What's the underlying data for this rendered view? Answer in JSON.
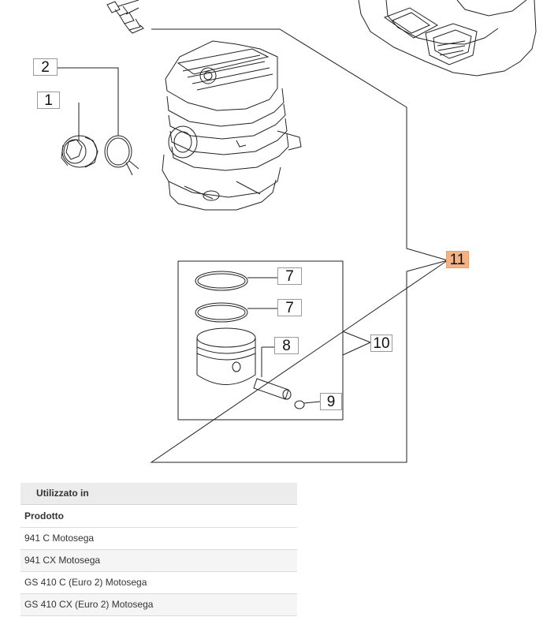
{
  "diagram": {
    "callouts": [
      {
        "id": "1",
        "label": "1"
      },
      {
        "id": "2",
        "label": "2"
      },
      {
        "id": "7a",
        "label": "7"
      },
      {
        "id": "7b",
        "label": "7"
      },
      {
        "id": "8",
        "label": "8"
      },
      {
        "id": "9",
        "label": "9"
      },
      {
        "id": "10",
        "label": "10"
      },
      {
        "id": "11",
        "label": "11",
        "highlighted": true
      }
    ],
    "highlight_color": "#f4b183"
  },
  "usage": {
    "title": "Utilizzato in",
    "column_header": "Prodotto",
    "rows": [
      "941 C Motosega",
      "941 CX Motosega",
      "GS 410 C (Euro 2) Motosega",
      "GS 410 CX (Euro 2) Motosega"
    ]
  }
}
